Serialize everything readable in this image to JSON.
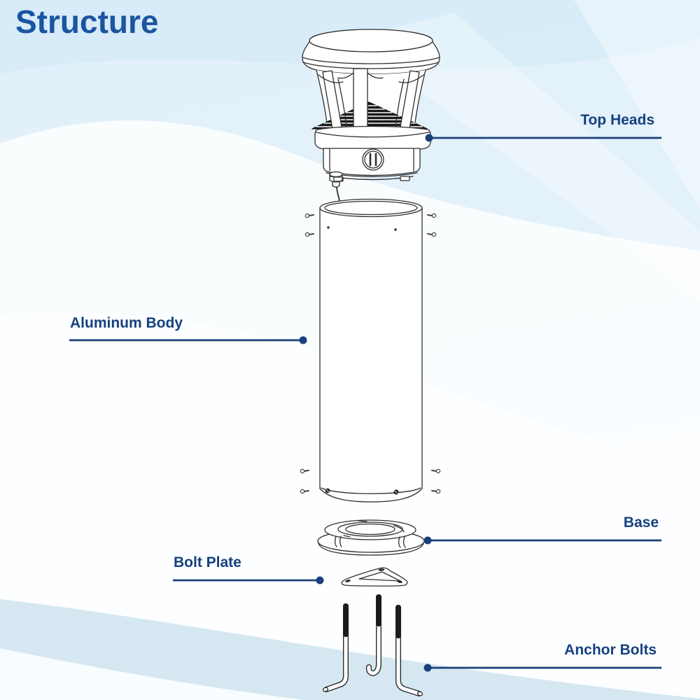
{
  "page": {
    "title": "Structure"
  },
  "colors": {
    "title_text": "#1a55a0",
    "label_text": "#16407f",
    "leader_line": "#1b3f7b",
    "background_blue": "#d7ebf8",
    "wave_teal": "#d3e7f1",
    "drawing_line": "#2f2f2f"
  },
  "diagram": {
    "callouts": [
      {
        "label": "Top Heads",
        "side": "right",
        "part": "top-head"
      },
      {
        "label": "Aluminum Body",
        "side": "left",
        "part": "aluminum-body"
      },
      {
        "label": "Base",
        "side": "right",
        "part": "base"
      },
      {
        "label": "Bolt Plate",
        "side": "left",
        "part": "bolt-plate"
      },
      {
        "label": "Anchor Bolts",
        "side": "right",
        "part": "anchor-bolts"
      }
    ]
  }
}
